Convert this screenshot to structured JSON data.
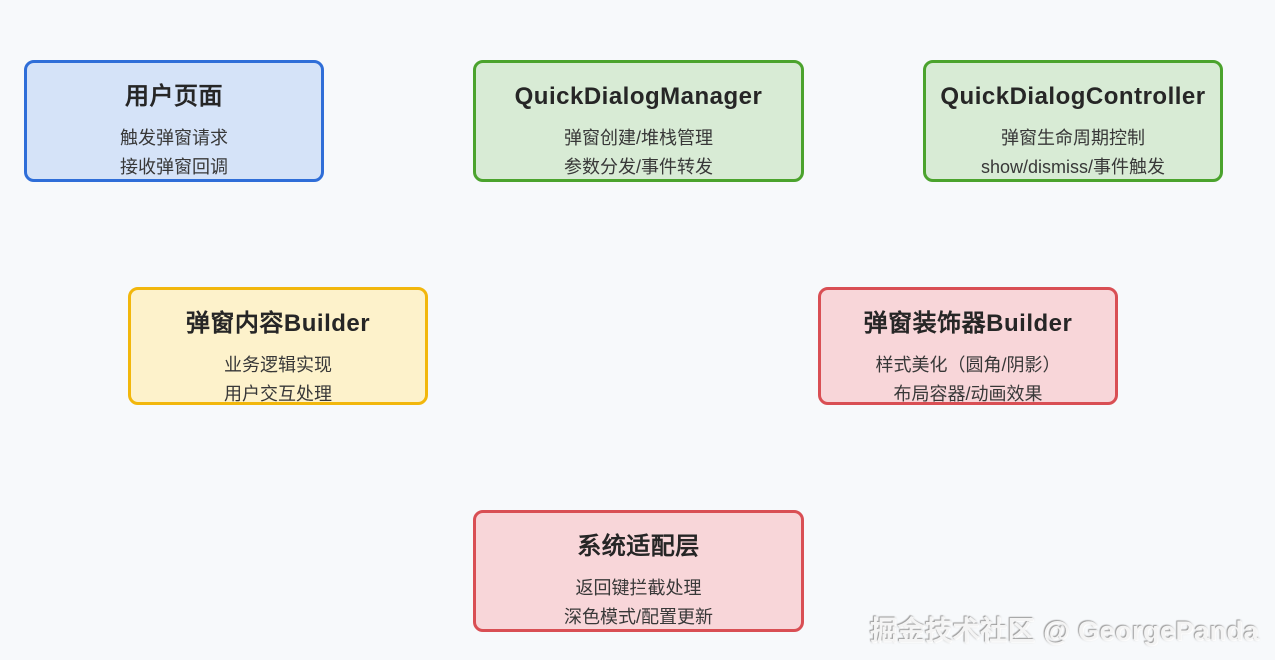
{
  "page": {
    "background_color": "#f7f9fb"
  },
  "palette": {
    "blue": {
      "border": "#2f6ed8",
      "fill": "#d5e3f8"
    },
    "green": {
      "border": "#4ba32d",
      "fill": "#d8ebd5"
    },
    "yellow": {
      "border": "#f2b70c",
      "fill": "#fdf2cb"
    },
    "red": {
      "border": "#d94f54",
      "fill": "#f8d6d9"
    },
    "title_text": "#262626",
    "body_text": "#383838"
  },
  "nodes": [
    {
      "id": "user-page",
      "title": "用户页面",
      "lines": [
        "触发弹窗请求",
        "接收弹窗回调"
      ],
      "color_scheme": "blue"
    },
    {
      "id": "quick-dialog-manager",
      "title": "QuickDialogManager",
      "lines": [
        "弹窗创建/堆栈管理",
        "参数分发/事件转发"
      ],
      "color_scheme": "green"
    },
    {
      "id": "quick-dialog-controller",
      "title": "QuickDialogController",
      "lines": [
        "弹窗生命周期控制",
        "show/dismiss/事件触发"
      ],
      "color_scheme": "green"
    },
    {
      "id": "dialog-content-builder",
      "title": "弹窗内容Builder",
      "lines": [
        "业务逻辑实现",
        "用户交互处理"
      ],
      "color_scheme": "yellow"
    },
    {
      "id": "dialog-decorator-builder",
      "title": "弹窗装饰器Builder",
      "lines": [
        "样式美化（圆角/阴影）",
        "布局容器/动画效果"
      ],
      "color_scheme": "red"
    },
    {
      "id": "system-adapter-layer",
      "title": "系统适配层",
      "lines": [
        "返回键拦截处理",
        "深色模式/配置更新"
      ],
      "color_scheme": "red"
    }
  ],
  "watermark": {
    "text": "掘金技术社区 @ GeorgePanda"
  }
}
